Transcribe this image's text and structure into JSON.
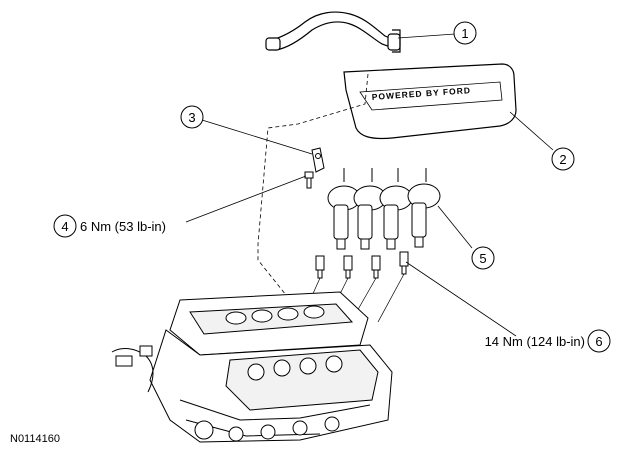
{
  "figure_id": "N0114160",
  "cover_text": "POWERED BY FORD",
  "callouts": [
    {
      "number": "1",
      "label": ""
    },
    {
      "number": "2",
      "label": ""
    },
    {
      "number": "3",
      "label": ""
    },
    {
      "number": "4",
      "label": "6 Nm (53 lb-in)"
    },
    {
      "number": "5",
      "label": ""
    },
    {
      "number": "6",
      "label": "14 Nm (124 lb-in)"
    }
  ]
}
